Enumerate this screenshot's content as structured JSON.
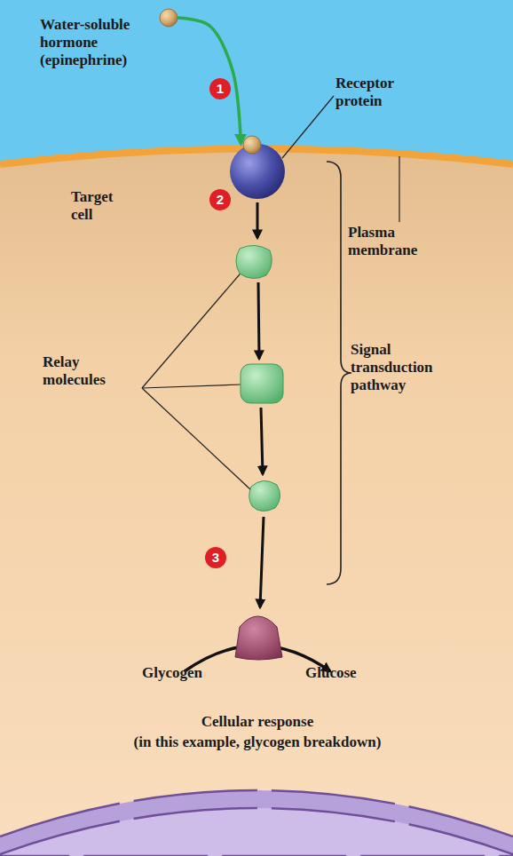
{
  "diagram": {
    "nodes": [
      {
        "text": [
          "Water-soluble hormone (epinephrine)"
        ]
      },
      {
        "text": [
          "Receptor protein"
        ]
      }
    ],
    "edges": [
      {
        "from": 0,
        "to": 1,
        "arrow": "to"
      }
    ],
    "labels": [
      "1",
      "Target cell",
      "2",
      "Plasma membrane",
      "Relay molecules",
      "Signal transduction pathway",
      "3",
      "Glycogen",
      "Glucose",
      "Cellular response",
      "(in this example, glycogen breakdown)"
    ]
  }
}
